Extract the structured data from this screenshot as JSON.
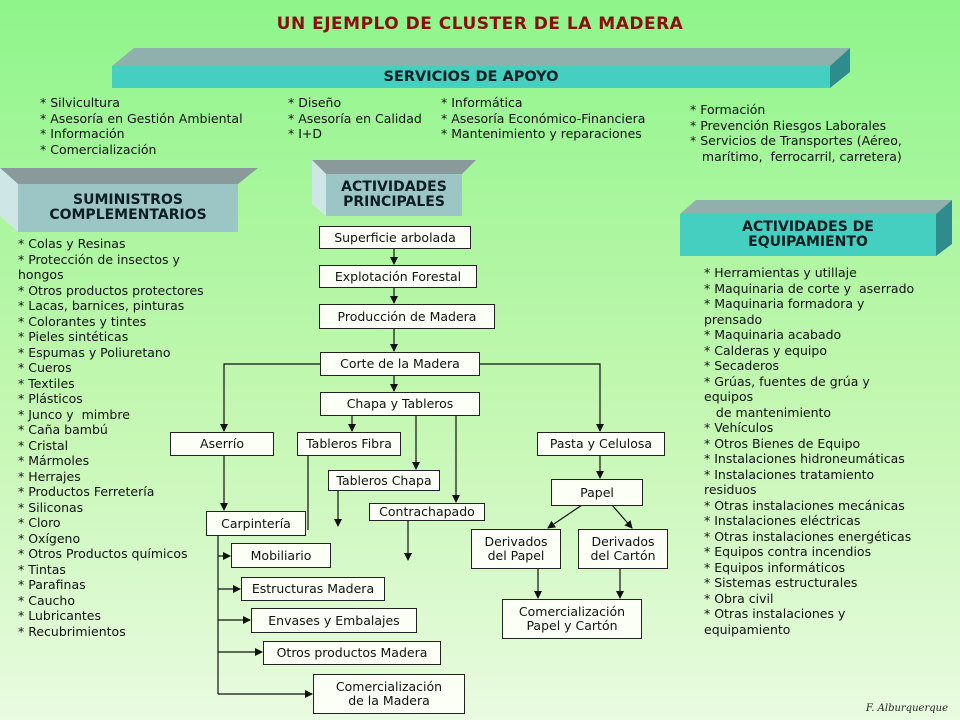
{
  "title": "UN EJEMPLO DE CLUSTER DE LA MADERA",
  "banners": {
    "servicios": "SERVICIOS DE APOYO",
    "suministros": "SUMINISTROS\nCOMPLEMENTARIOS",
    "actividades_principales": "ACTIVIDADES\nPRINCIPALES",
    "actividades_equipamiento": "ACTIVIDADES DE\nEQUIPAMIENTO"
  },
  "servicios_lists": {
    "col1": "* Silvicultura\n* Asesoría en Gestión Ambiental\n* Información\n* Comercialización",
    "col2": "* Diseño\n* Asesoría en Calidad\n* I+D",
    "col3": "* Informática\n* Asesoría Económico-Financiera\n* Mantenimiento y reparaciones",
    "col4": "* Formación\n* Prevención Riesgos Laborales\n* Servicios de Transportes (Aéreo,\n   marítimo,  ferrocarril, carretera)"
  },
  "suministros_list": "* Colas y Resinas\n* Protección de insectos y\nhongos\n* Otros productos protectores\n* Lacas, barnices, pinturas\n* Colorantes y tintes\n* Pieles sintéticas\n* Espumas y Poliuretano\n* Cueros\n* Textiles\n* Plásticos\n* Junco y  mimbre\n* Caña bambú\n* Cristal\n* Mármoles\n* Herrajes\n* Productos Ferretería\n* Siliconas\n* Cloro\n* Oxígeno\n* Otros Productos químicos\n* Tintas\n* Parafinas\n* Caucho\n* Lubricantes\n* Recubrimientos",
  "equipamiento_list": "* Herramientas y utillaje\n* Maquinaria de corte y  aserrado\n* Maquinaria formadora y\nprensado\n* Maquinaria acabado\n* Calderas y equipo\n* Secaderos\n* Grúas, fuentes de grúa y\nequipos\n   de mantenimiento\n* Vehículos\n* Otros Bienes de Equipo\n* Instalaciones hidroneumáticas\n* Instalaciones tratamiento\nresiduos\n* Otras instalaciones mecánicas\n* Instalaciones eléctricas\n* Otras instalaciones energéticas\n* Equipos contra incendios\n* Equipos informáticos\n* Sistemas estructurales\n* Obra civil\n* Otras instalaciones y\nequipamiento",
  "flow": {
    "superficie": "Superficie arbolada",
    "explotacion": "Explotación Forestal",
    "produccion": "Producción de Madera",
    "corte": "Corte de la Madera",
    "chapa_tableros": "Chapa y Tableros",
    "aserrio": "Aserrío",
    "tableros_fibra": "Tableros Fibra",
    "pasta": "Pasta y Celulosa",
    "tableros_chapa": "Tableros Chapa",
    "papel": "Papel",
    "contrachapado": "Contrachapado",
    "carpinteria": "Carpintería",
    "derivados_papel": "Derivados\ndel Papel",
    "derivados_carton": "Derivados\ndel Cartón",
    "mobiliario": "Mobiliario",
    "estructuras": "Estructuras Madera",
    "envases": "Envases y Embalajes",
    "comercializacion_papel": "Comercialización\nPapel y Cartón",
    "otros_productos": "Otros productos Madera",
    "comercializacion_madera": "Comercialización\nde la Madera"
  },
  "author": "F. Alburquerque",
  "colors": {
    "title": "#8a1010",
    "banner_front": "#4fd0c2",
    "banner_top": "#8fa3a3",
    "banner_side": "#3a8f8f",
    "grey_banner_front": "#9fc8c8"
  }
}
